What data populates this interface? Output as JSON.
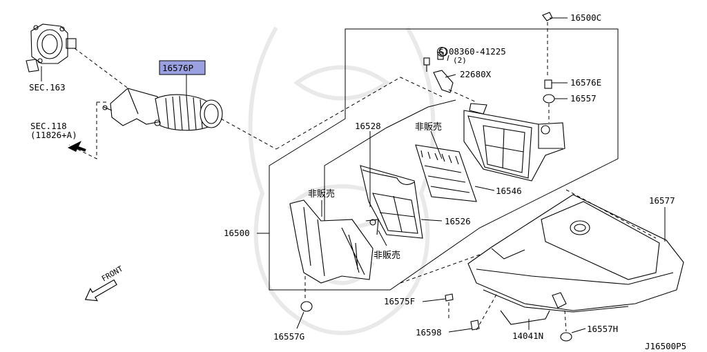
{
  "diagram_code": "J16500P5",
  "highlight_color": "#9aa0e0",
  "labels": {
    "sec163": "SEC.163",
    "sec118": "SEC.118",
    "sec118_ref": "(11826+A)",
    "p16576p": "16576P",
    "p16500c": "16500C",
    "p08360": "08360-41225",
    "p08360_qty": "(2)",
    "p08360_symbol": "S",
    "p22680x": "22680X",
    "p16576e": "16576E",
    "p16557": "16557",
    "p16528": "16528",
    "p16546": "16546",
    "p16526": "16526",
    "p16500": "16500",
    "p16577": "16577",
    "p16575f": "16575F",
    "p16598": "16598",
    "p14041n": "14041N",
    "p16557h": "16557H",
    "p16557g": "16557G",
    "not_sold_1": "非販売",
    "not_sold_2": "非販売",
    "not_sold_3": "非販売",
    "front": "FRONT"
  }
}
